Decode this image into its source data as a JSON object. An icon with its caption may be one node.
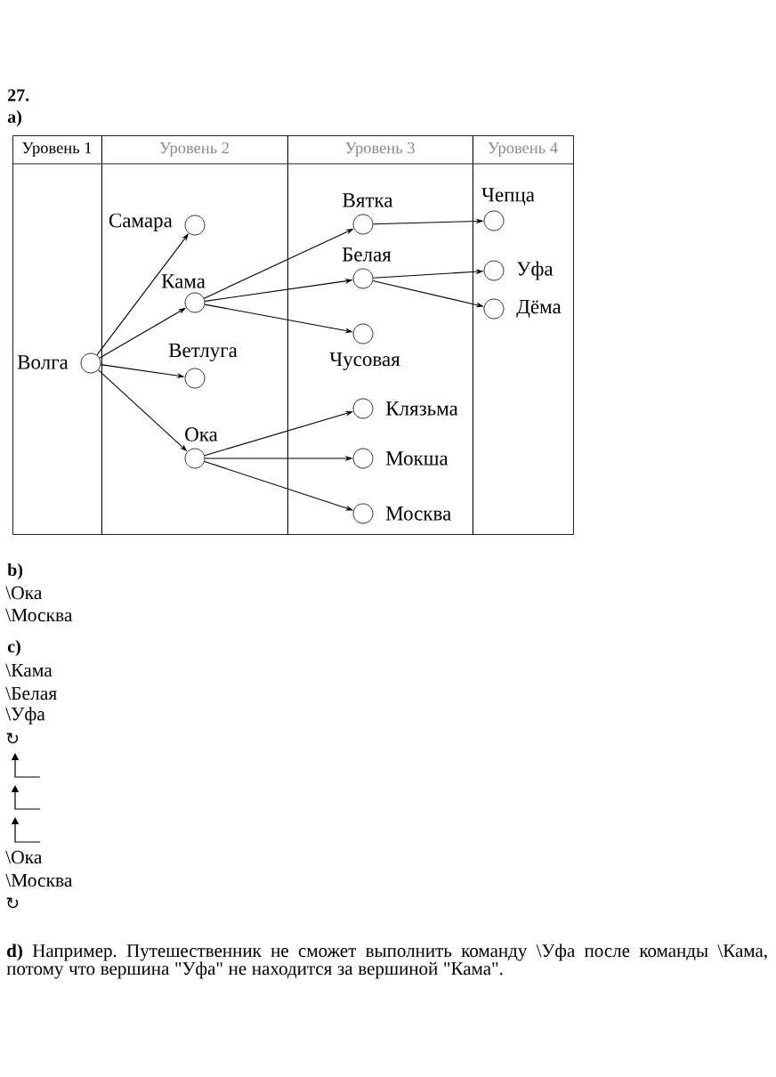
{
  "diagram": {
    "title": "27.",
    "nodes": [
      {
        "text": [
          "Уровень 1"
        ]
      },
      {
        "text": [
          "Уровень 2"
        ]
      },
      {
        "text": [
          "Уровень 3"
        ]
      },
      {
        "text": [
          "Уровень 4"
        ]
      },
      {
        "text": [
          "Волга"
        ],
        "in": 0
      },
      {
        "text": [
          "Самара"
        ],
        "in": 1
      },
      {
        "text": [
          "Кама"
        ],
        "in": 1
      },
      {
        "text": [
          "Ветлуга"
        ],
        "in": 1
      },
      {
        "text": [
          "Ока"
        ],
        "in": 1
      },
      {
        "text": [
          "Вятка"
        ],
        "in": 2
      },
      {
        "text": [
          "Белая"
        ],
        "in": 2
      },
      {
        "text": [
          "Чусовая"
        ],
        "in": 2
      },
      {
        "text": [
          "Клязьма"
        ],
        "in": 2
      },
      {
        "text": [
          "Мокша"
        ],
        "in": 2
      },
      {
        "text": [
          "Москва"
        ],
        "in": 2
      },
      {
        "text": [
          "Чепца"
        ],
        "in": 3
      },
      {
        "text": [
          "Уфа"
        ],
        "in": 3
      },
      {
        "text": [
          "Дёма"
        ],
        "in": 3
      }
    ],
    "edges": [
      {
        "from": 4,
        "to": 5,
        "arrow": "to"
      },
      {
        "from": 4,
        "to": 6,
        "arrow": "to"
      },
      {
        "from": 4,
        "to": 7,
        "arrow": "to"
      },
      {
        "from": 4,
        "to": 8,
        "arrow": "to"
      },
      {
        "from": 6,
        "to": 9,
        "arrow": "to"
      },
      {
        "from": 6,
        "to": 10,
        "arrow": "to"
      },
      {
        "from": 6,
        "to": 11,
        "arrow": "to"
      },
      {
        "from": 8,
        "to": 12,
        "arrow": "to"
      },
      {
        "from": 8,
        "to": 13,
        "arrow": "to"
      },
      {
        "from": 8,
        "to": 14,
        "arrow": "to"
      },
      {
        "from": 9,
        "to": 15,
        "arrow": "to"
      },
      {
        "from": 10,
        "to": 16,
        "arrow": "to"
      },
      {
        "from": 10,
        "to": 17,
        "arrow": "to"
      }
    ],
    "labels": [
      "a)",
      "b)",
      "\\Ока",
      "\\Москва",
      "c)",
      "\\Кама",
      "\\Белая",
      "\\Уфа",
      "↻",
      "\\Ока",
      "\\Москва",
      "↻",
      "**d)** Например. Путешественник не сможет выполнить команду \\Уфа после команды \\Кама, потому что вершина \"Уфа\" не находится за вершиной \"Кама\"."
    ]
  }
}
